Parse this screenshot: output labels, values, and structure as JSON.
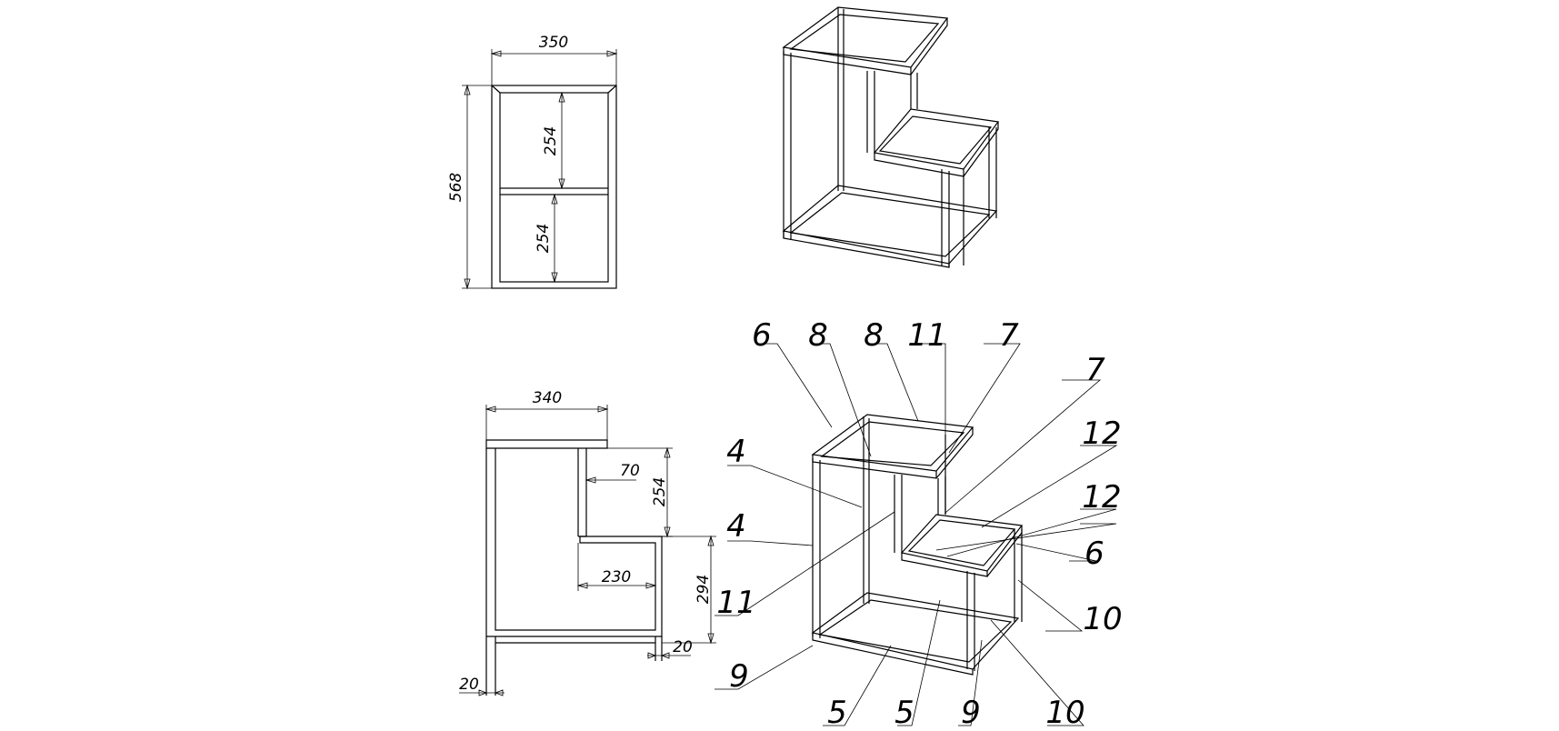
{
  "colors": {
    "line": "#000000",
    "background": "#ffffff"
  },
  "front_view": {
    "width_dim": "350",
    "height_dim": "568",
    "upper_opening_dim": "254",
    "lower_opening_dim": "254"
  },
  "side_view": {
    "top_width_dim": "340",
    "offset_dim": "70",
    "upper_height_dim": "254",
    "step_depth_dim": "230",
    "lower_height_dim": "294",
    "tube_right_dim": "20",
    "tube_left_dim": "20"
  },
  "callouts": {
    "c6_top": "6",
    "c8_a": "8",
    "c8_b": "8",
    "c11_top": "11",
    "c7_top": "7",
    "c7_right": "7",
    "c12_a": "12",
    "c12_b": "12",
    "c6_right": "6",
    "c10_right": "10",
    "c4_a": "4",
    "c4_b": "4",
    "c11_left": "11",
    "c9_left": "9",
    "c5_a": "5",
    "c5_b": "5",
    "c9_bottom": "9",
    "c10_bottom": "10"
  }
}
